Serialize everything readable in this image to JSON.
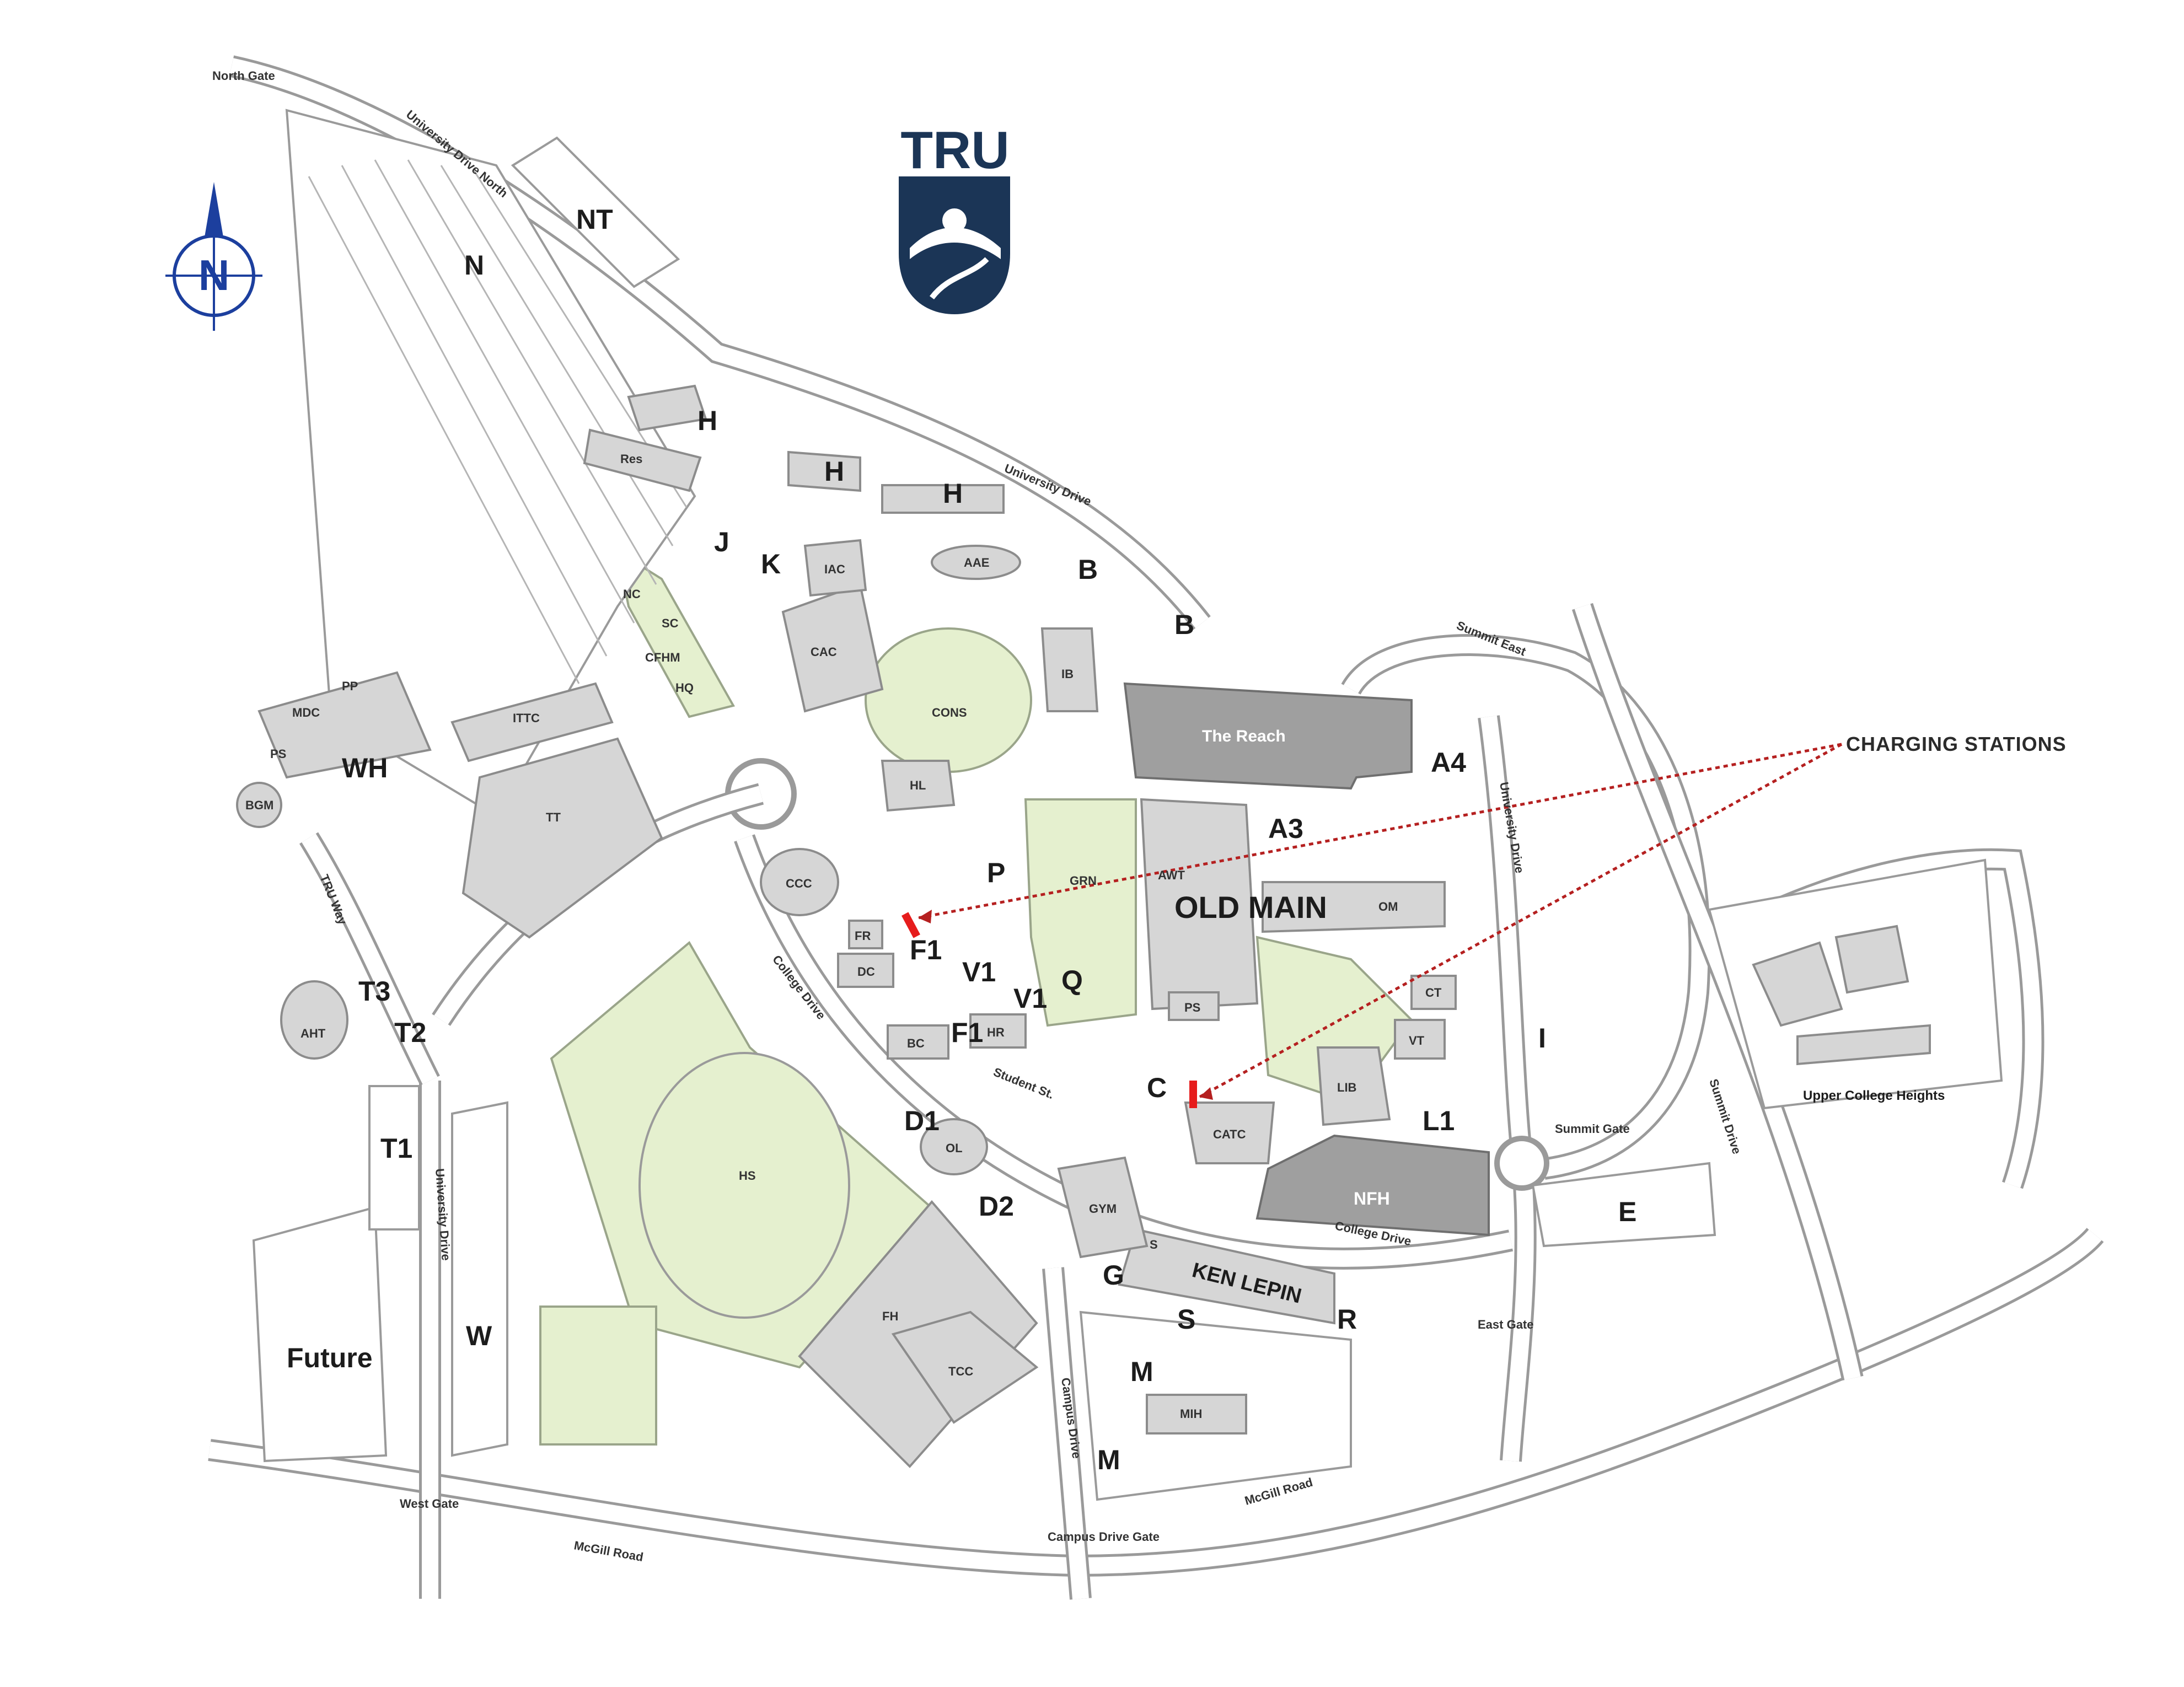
{
  "logo": {
    "text": "TRU",
    "color": "#1b3556"
  },
  "compass": {
    "letter": "N",
    "color": "#1c3f9e"
  },
  "legend": {
    "charging_stations": "CHARGING STATIONS",
    "marker_color": "#e61c1c"
  },
  "gates": {
    "north": "North Gate",
    "summit": "Summit Gate",
    "east": "East Gate",
    "west": "West Gate",
    "campus_drive": "Campus Drive Gate"
  },
  "roads": {
    "university_drive_north": "University Drive North",
    "university_drive": "University Drive",
    "summit_east": "Summit East",
    "university_drive_east": "University Drive",
    "summit_drive": "Summit Drive",
    "college_drive": "College Drive",
    "college_drive_lower": "College Drive",
    "campus_drive": "Campus Drive",
    "mcgill_road_w": "McGill Road",
    "mcgill_road_e": "McGill Road",
    "university_drive_west": "University Drive",
    "tru_way": "TRU Way",
    "student_st": "Student St."
  },
  "lots": {
    "NT": "NT",
    "N": "N",
    "H1": "H",
    "H2": "H",
    "H3": "H",
    "J": "J",
    "K": "K",
    "B1": "B",
    "B2": "B",
    "WH": "WH",
    "P": "P",
    "F1a": "F1",
    "F1b": "F1",
    "V1a": "V1",
    "V1b": "V1",
    "Q": "Q",
    "A4": "A4",
    "A3": "A3",
    "C": "C",
    "L1": "L1",
    "E": "E",
    "D1": "D1",
    "D2": "D2",
    "G": "G",
    "S": "S",
    "R": "R",
    "M1": "M",
    "M2": "M",
    "T3": "T3",
    "T2": "T2",
    "T1": "T1",
    "W": "W",
    "Future": "Future",
    "I": "I"
  },
  "buildings": {
    "old_main": "OLD MAIN",
    "the_reach": "The Reach",
    "nursing": "NFH",
    "ken_lepin": "KEN LEPIN",
    "res": "Res",
    "iac": "IAC",
    "cac": "CAC",
    "ib": "IB",
    "aae": "AAE",
    "cons": "CONS",
    "hl": "HL",
    "grn": "GRN",
    "awt": "AWT",
    "om": "OM",
    "ps": "PS",
    "ct": "CT",
    "vt": "VT",
    "lib": "LIB",
    "catc": "CATC",
    "gym": "GYM",
    "ccc": "CCC",
    "fr": "FR",
    "dc": "DC",
    "bc": "BC",
    "hr": "HR",
    "ol": "OL",
    "ittc": "ITTC",
    "tt": "TT",
    "mdc": "MDC",
    "pp": "PP",
    "ps2": "PS",
    "bgm": "BGM",
    "nc": "NC",
    "sc": "SC",
    "cfhm": "CFHM",
    "hq": "HQ",
    "aht": "AHT",
    "hs": "HS",
    "fh": "FH",
    "tcc": "TCC",
    "s_bldg": "S",
    "mih": "MIH"
  },
  "district": {
    "upper_college_heights": "Upper College Heights"
  }
}
